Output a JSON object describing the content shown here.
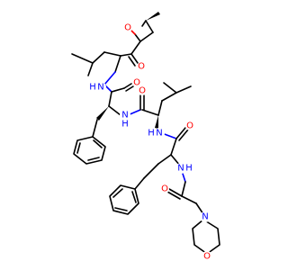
{
  "molecule": {
    "colors": {
      "bond": "#000000",
      "oxygen": "#ff0000",
      "nitrogen": "#0000ff",
      "background": "#ffffff"
    },
    "labels": {
      "epoxide_o": "O",
      "ketone_o": "O",
      "amide1_n": "N",
      "amide1_h": "H",
      "amide1_o": "O",
      "amide2_n": "N",
      "amide2_h": "H",
      "amide2_o": "O",
      "amide3_n": "N",
      "amide3_h": "H",
      "amide3_o": "O",
      "amide4_n": "N",
      "amide4_h": "H",
      "amide4_o": "O",
      "morpholine_n": "N",
      "morpholine_o": "O"
    }
  }
}
